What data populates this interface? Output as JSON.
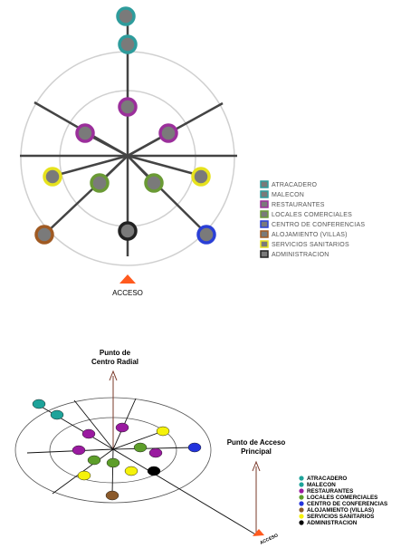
{
  "diagram_top": {
    "access_label": "ACCESO",
    "legend": [
      {
        "label": "ATRACADERO",
        "color": "#2e9c9c"
      },
      {
        "label": "MALECON",
        "color": "#2e9c9c"
      },
      {
        "label": "RESTAURANTES",
        "color": "#9b2f9b"
      },
      {
        "label": "LOCALES COMERCIALES",
        "color": "#6a9a35"
      },
      {
        "label": "CENTRO DE CONFERENCIAS",
        "color": "#2a3fd6"
      },
      {
        "label": "ALOJAMIENTO (VILLAS)",
        "color": "#a05a22"
      },
      {
        "label": "SERVICIOS SANITARIOS",
        "color": "#e6e21d"
      },
      {
        "label": "ADMINISTRACION",
        "color": "#222222"
      }
    ]
  },
  "diagram_bottom": {
    "center_label_line1": "Punto de",
    "center_label_line2": "Centro Radial",
    "access_label_line1": "Punto de Acceso",
    "access_label_line2": "Principal",
    "access_small": "ACCESO",
    "legend": [
      {
        "label": "ATRACADERO",
        "color": "#1ea39a"
      },
      {
        "label": "MALECON",
        "color": "#1ea39a"
      },
      {
        "label": "RESTAURANTES",
        "color": "#9a1aa0"
      },
      {
        "label": "LOCALES COMERCIALES",
        "color": "#5d9e2a"
      },
      {
        "label": "CENTRO DE CONFERENCIAS",
        "color": "#2233dd"
      },
      {
        "label": "ALOJAMIENTO (VILLAS)",
        "color": "#8b5a2b"
      },
      {
        "label": "SERVICIOS SANITARIOS",
        "color": "#f5f20a"
      },
      {
        "label": "ADMINISTRACION",
        "color": "#000000"
      }
    ]
  }
}
